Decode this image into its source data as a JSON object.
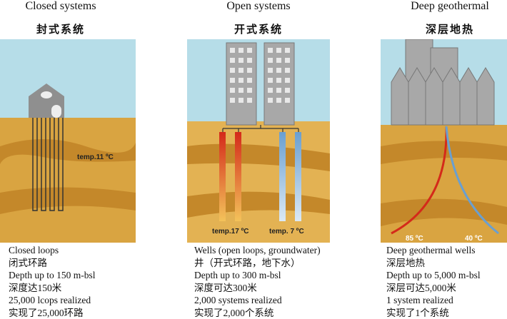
{
  "panels": [
    {
      "title": "Closed systems",
      "title_cn": "封式系统",
      "temp": "temp.11 ºC",
      "lines": [
        "Closed loops",
        "闭式环路",
        "Depth up to 150 m-bsl",
        "深度达150米",
        "25,000 lcops realized",
        "实现了25,000环路"
      ]
    },
    {
      "title": "Open systems",
      "title_cn": "开式系统",
      "temp_hot": "temp.17 ºC",
      "temp_cold": "temp. 7 ºC",
      "lines": [
        "Wells (open loops, groundwater)",
        "井（开式环路，地下水）",
        "Depth up to 300 m-bsl",
        "深度可达300米",
        "2,000 systems realized",
        "实现了2,000个系统"
      ]
    },
    {
      "title": "Deep geothermal",
      "title_cn": "深层地热",
      "temp_hot": "85 ºC",
      "temp_cold": "40 ºC",
      "lines": [
        "Deep geothermal wells",
        "深层地热",
        "Depth up to  5,000 m-bsl",
        "深层可达5,000米",
        "1 system realized",
        "实现了1个系统"
      ]
    }
  ],
  "colors": {
    "sky": "#b6dde8",
    "ground": "#d9a441",
    "ground_dark": "#c4882a",
    "building": "#a8a8a8",
    "hot": "#d42a1a",
    "cold": "#6a9fd0"
  }
}
